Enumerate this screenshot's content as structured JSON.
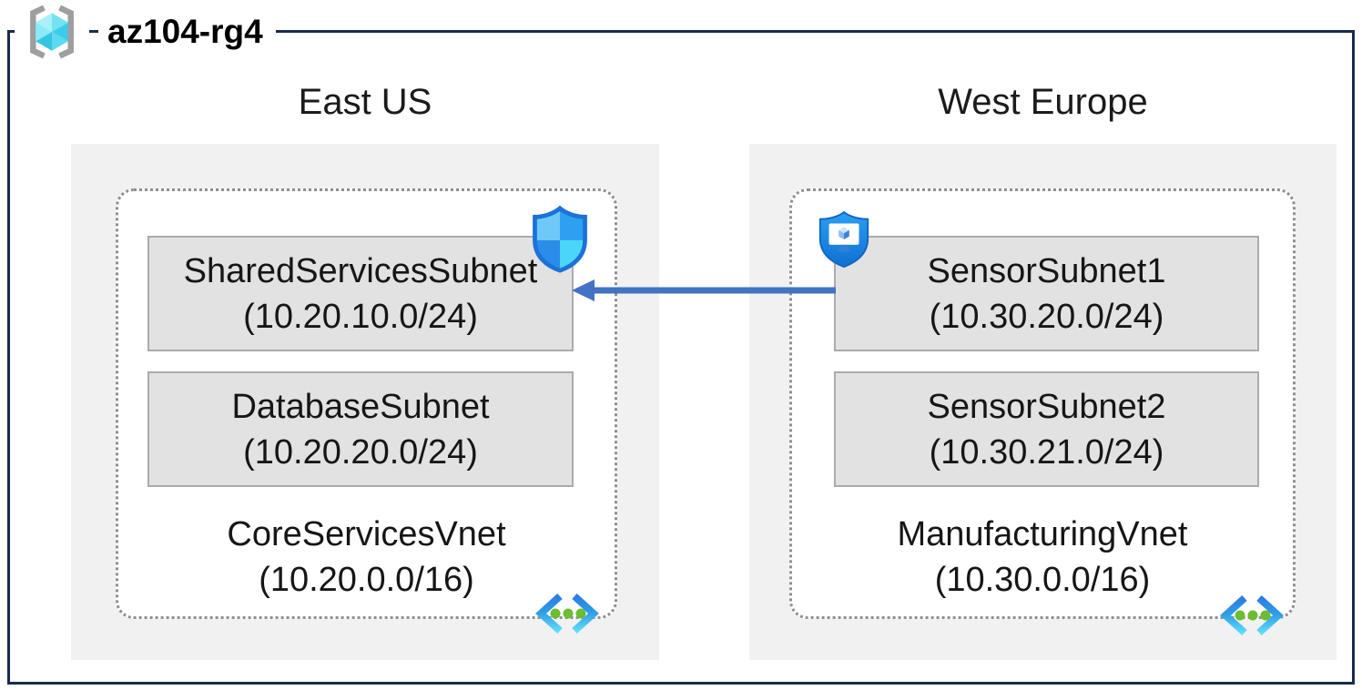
{
  "title": "az104-rg4",
  "regions": [
    {
      "name": "East US",
      "vnet_name": "CoreServicesVnet",
      "vnet_cidr": "(10.20.0.0/16)",
      "subnets": [
        {
          "name": "SharedServicesSubnet",
          "cidr": "(10.20.10.0/24)"
        },
        {
          "name": "DatabaseSubnet",
          "cidr": "(10.20.20.0/24)"
        }
      ]
    },
    {
      "name": "West Europe",
      "vnet_name": "ManufacturingVnet",
      "vnet_cidr": "(10.30.0.0/16)",
      "subnets": [
        {
          "name": "SensorSubnet1",
          "cidr": "(10.30.20.0/24)"
        },
        {
          "name": "SensorSubnet2",
          "cidr": "(10.30.21.0/24)"
        }
      ]
    }
  ],
  "connection": {
    "from": "SensorSubnet1",
    "to": "SharedServicesSubnet",
    "direction": "right-to-left"
  },
  "icons": {
    "resource_group": "resource-group-icon",
    "nsg": "network-security-group-shield-icon",
    "asg": "application-security-group-shield-icon",
    "vnet": "virtual-network-chevrons-icon"
  },
  "colors": {
    "border": "#182b4e",
    "region_bg": "#f1f1f2",
    "subnet_bg": "#e2e2e3",
    "subnet_border": "#ababab",
    "dotted_border": "#8f8f8f",
    "arrow": "#4472c4"
  }
}
